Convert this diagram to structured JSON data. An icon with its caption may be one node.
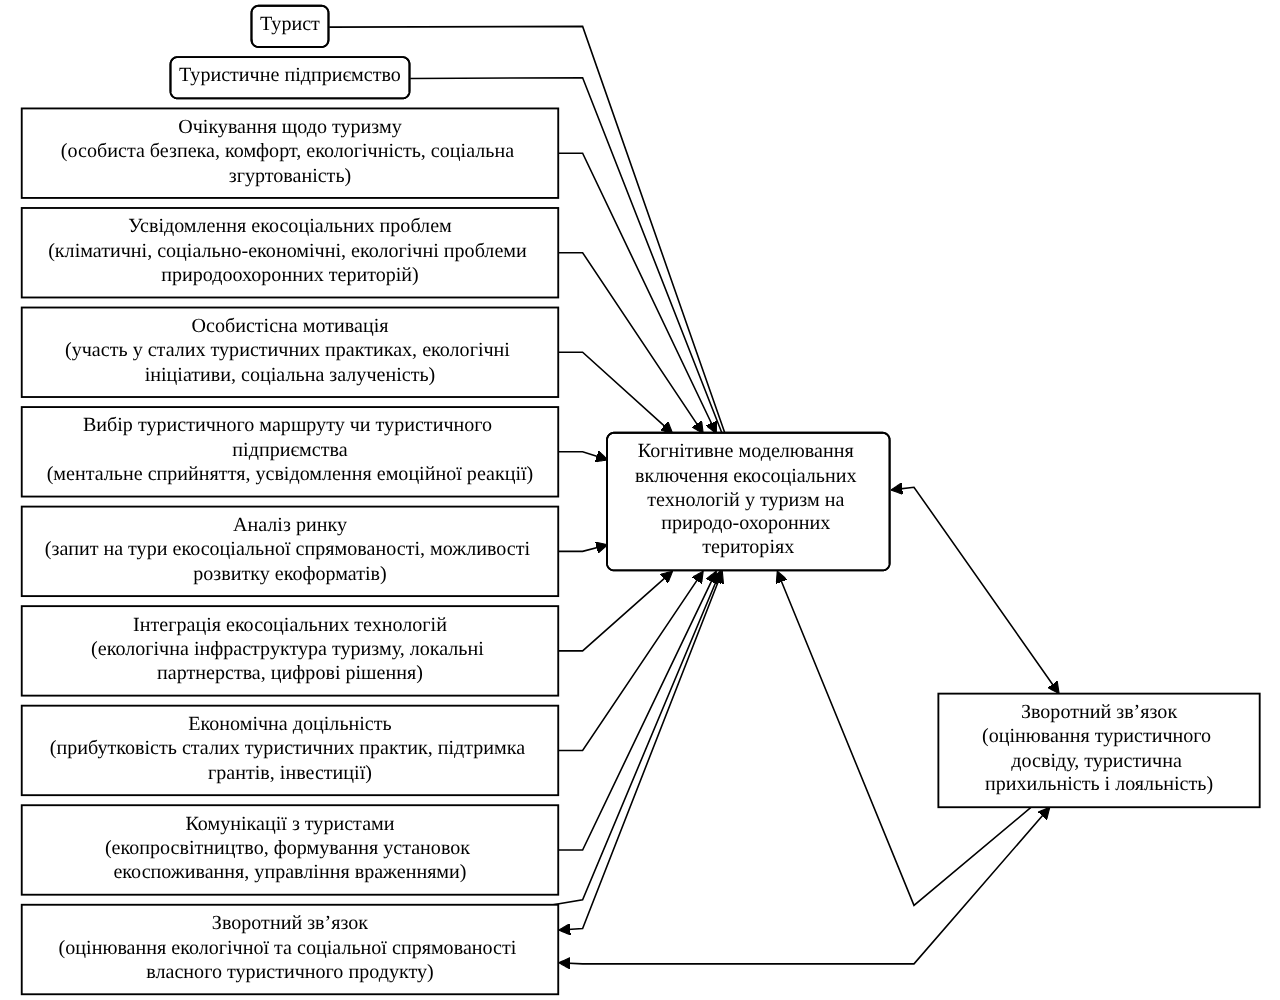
{
  "diagram": {
    "nodes": [
      {
        "text": [
          "Турист"
        ]
      },
      {
        "text": [
          "Когнітивне моделювання включення екосоціальних технологій у туризм на природо-охоронних територіях"
        ]
      },
      {
        "text": [
          "Туристичне підприємство"
        ]
      },
      {
        "text": [
          "Очікування щодо туризму",
          "(особиста безпека, комфорт, екологічність, соціальна згуртованість)"
        ]
      },
      {
        "text": [
          "Усвідомлення екосоціальних проблем",
          "(кліматичні, соціально-економічні, екологічні проблеми природоохоронних територій)"
        ]
      },
      {
        "text": [
          "Особистісна мотивація",
          "(участь у сталих туристичних практиках, екологічні ініціативи, соціальна залученість)"
        ]
      },
      {
        "text": [
          "Вибір туристичного маршруту чи туристичного підприємства",
          "(ментальне сприйняття, усвідомлення емоційної реакції)"
        ]
      },
      {
        "text": [
          "Зворотний зв’язок",
          "(оцінювання туристичного досвіду, туристична прихильність і лояльність)"
        ]
      },
      {
        "text": [
          "Аналіз ринку",
          "(запит на тури екосоціальної спрямованості, можливості розвитку екоформатів)"
        ]
      },
      {
        "text": [
          "Інтеграція екосоціальних технологій",
          "(екологічна інфраструктура туризму, локальні партнерства, цифрові рішення)"
        ]
      },
      {
        "text": [
          "Економічна доцільність",
          "(прибутковість сталих туристичних практик, підтримка грантів, інвестиції)"
        ]
      },
      {
        "text": [
          "Комунікації з туристами",
          "(екопросвітництво, формування установок екоспоживання, управління враженнями)"
        ]
      },
      {
        "text": [
          "Зворотний зв’язок",
          "(оцінювання екологічної та соціальної спрямованості власного туристичного продукту)"
        ]
      }
    ],
    "edges": [
      {
        "from": 0,
        "to": 1,
        "arrow": "none"
      },
      {
        "from": 2,
        "to": 1,
        "arrow": "none"
      },
      {
        "from": 3,
        "to": 1,
        "arrow": "to"
      },
      {
        "from": 4,
        "to": 1,
        "arrow": "to"
      },
      {
        "from": 5,
        "to": 1,
        "arrow": "to"
      },
      {
        "from": 6,
        "to": 1,
        "arrow": "to"
      },
      {
        "from": 7,
        "to": 1,
        "arrow": "to"
      },
      {
        "from": 8,
        "to": 1,
        "arrow": "to"
      },
      {
        "from": 9,
        "to": 1,
        "arrow": "to"
      },
      {
        "from": 10,
        "to": 1,
        "arrow": "to"
      },
      {
        "from": 11,
        "to": 1,
        "arrow": "to"
      },
      {
        "from": 12,
        "to": 1,
        "arrow": "to"
      },
      {
        "from": 1,
        "to": 7,
        "arrow": "both"
      },
      {
        "from": 12,
        "to": 1,
        "arrow": "both"
      },
      {
        "from": 12,
        "to": 7,
        "arrow": "both"
      }
    ]
  }
}
